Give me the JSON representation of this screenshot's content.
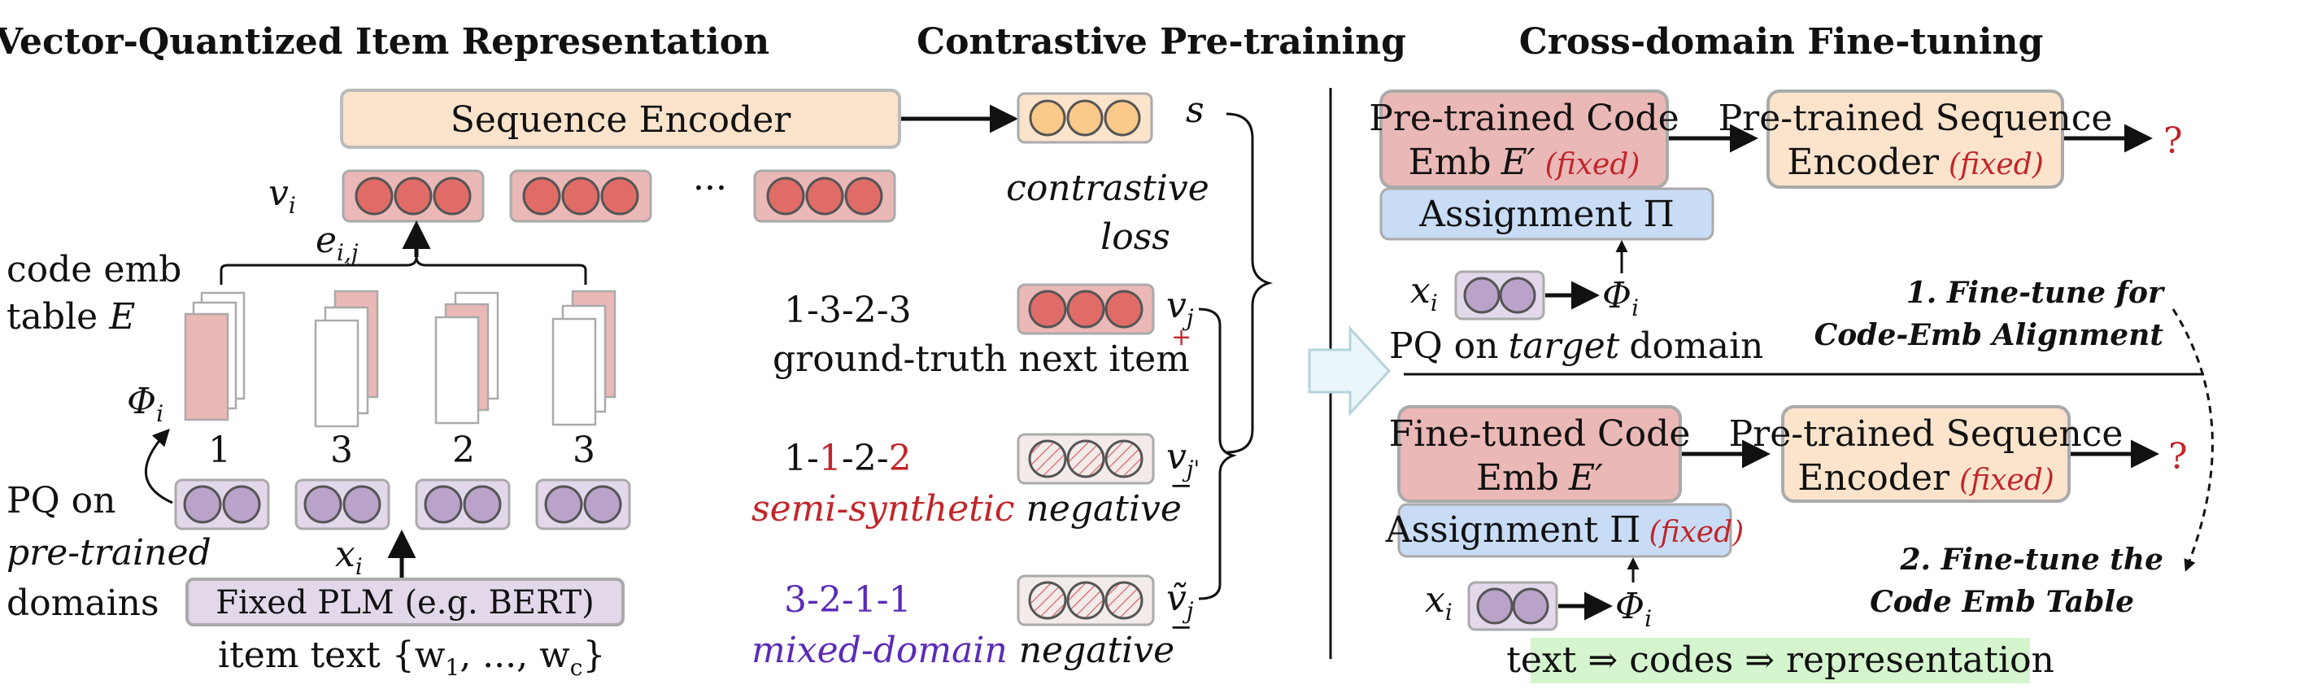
{
  "titles": {
    "left": "Vector-Quantized Item Representation",
    "middle": "Contrastive Pre-training",
    "right": "Cross-domain Fine-tuning"
  },
  "left": {
    "sequence_encoder": "Sequence Encoder",
    "v_i": "v",
    "v_i_sub": "i",
    "ellipsis": "···",
    "e_ij": "e",
    "e_ij_sub": "i,j",
    "code_emb_line1": "code emb",
    "code_emb_line2": "table",
    "code_emb_E": "E",
    "phi_i": "Φ",
    "phi_i_sub": "i",
    "codes": [
      "1",
      "3",
      "2",
      "3"
    ],
    "pq_line1": "PQ on",
    "pq_line2": "pre-trained",
    "pq_line3": "domains",
    "x_i": "x",
    "x_i_sub": "i",
    "plm": "Fixed PLM (e.g. BERT)",
    "item_text": "item text {w",
    "item_text_sub1": "1",
    "item_text_mid": ", ..., w",
    "item_text_sub2": "c",
    "item_text_end": "}"
  },
  "middle": {
    "s": "s",
    "contrastive": "contrastive",
    "loss": "loss",
    "pos_codes": "1-3-2-3",
    "pos_label": "ground-truth next item",
    "v_pos": "v",
    "v_pos_sub": "j",
    "plus": "+",
    "semi_codes_a": "1-",
    "semi_codes_b": "1",
    "semi_codes_c": "-2-",
    "semi_codes_d": "2",
    "semi_label": "semi-synthetic",
    "negative": "negative",
    "v_semi": "v",
    "v_semi_sub": "j'",
    "minus": "−",
    "mixed_codes": "3-2-1-1",
    "mixed_label": "mixed-domain",
    "v_mixed": "ṽ",
    "v_mixed_sub": "j"
  },
  "right": {
    "top_code_emb_line1": "Pre-trained Code",
    "top_code_emb_line2": "Emb",
    "top_E": "E′",
    "fixed": "(fixed)",
    "top_seq_line1": "Pre-trained Sequence",
    "top_seq_line2": "Encoder",
    "question": "?",
    "assignment": "Assignment Π",
    "x_i": "x",
    "x_i_sub": "i",
    "phi": "Φ",
    "phi_sub": "i",
    "pq_target_a": "PQ on",
    "pq_target_b": "target",
    "pq_target_c": "domain",
    "step1_line1": "1. Fine-tune for",
    "step1_line2": "Code-Emb Alignment",
    "bottom_code_emb_line1": "Fine-tuned Code",
    "bottom_code_emb_line2": "Emb",
    "bottom_E": "E′",
    "bottom_seq_line1": "Pre-trained Sequence",
    "bottom_seq_line2": "Encoder",
    "assignment_fixed": "Assignment Π",
    "step2_line1": "2. Fine-tune the",
    "step2_line2": "Code Emb Table",
    "summary": "text ⇒ codes ⇒ representation"
  },
  "colors": {
    "red_fill": "#e08a87",
    "red_box": "#eab8b6",
    "orange_box": "#fbe3cc",
    "blue_box": "#c9dcf6",
    "purple_fill": "#b9a3c9",
    "purple_box": "#e2d8ea",
    "green_highlight": "#d5f5cf",
    "accent_red": "#c0262a",
    "accent_purple": "#5b2bb8"
  }
}
